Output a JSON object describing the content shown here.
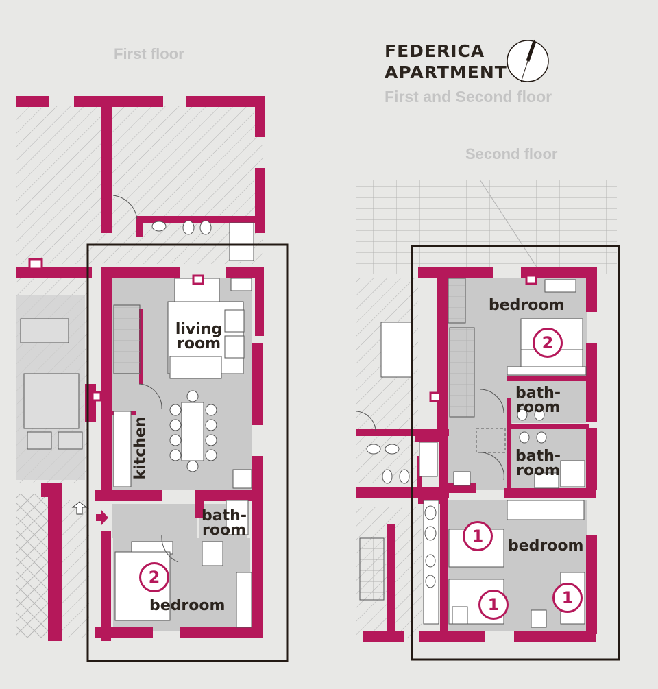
{
  "header": {
    "title_line1": "FEDERICA",
    "title_line2": "APARTMENT",
    "subtitle": "First and Second floor"
  },
  "first_floor": {
    "label": "First floor",
    "rooms": {
      "living_room_1": "living",
      "living_room_2": "room",
      "kitchen": "kitchen",
      "bathroom_1": "bath-",
      "bathroom_2": "room",
      "bedroom": "bedroom",
      "bedroom_beds": "2"
    }
  },
  "second_floor": {
    "label": "Second floor",
    "rooms": {
      "bedroom_top": "bedroom",
      "bedroom_top_beds": "2",
      "bath_a_1": "bath-",
      "bath_a_2": "room",
      "bath_b_1": "bath-",
      "bath_b_2": "room",
      "bedroom_bottom": "bedroom",
      "bed_a": "1",
      "bed_b": "1",
      "bed_c": "1"
    }
  },
  "colors": {
    "wall": "#b5185a",
    "floor_fill": "#c9c9c9",
    "background": "#e8e8e6",
    "outline": "#231a14",
    "hatch": "#b0b0b0"
  }
}
